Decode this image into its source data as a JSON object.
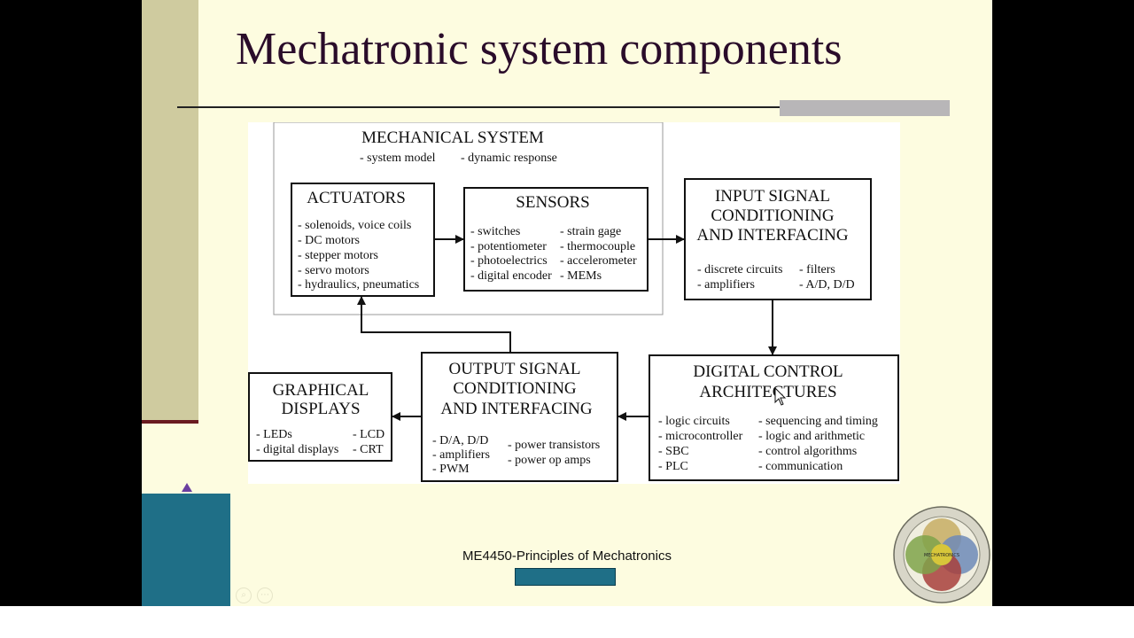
{
  "slide": {
    "title": "Mechatronic system components",
    "footer": "ME4450-Principles of Mechatronics"
  },
  "diagram": {
    "mechanical": {
      "title": "MECHANICAL SYSTEM",
      "items": [
        "- system model",
        "- dynamic response"
      ]
    },
    "actuators": {
      "title": "ACTUATORS",
      "items": [
        "- solenoids, voice coils",
        "- DC motors",
        "- stepper motors",
        "- servo motors",
        "- hydraulics, pneumatics"
      ]
    },
    "sensors": {
      "title": "SENSORS",
      "items_left": [
        "- switches",
        "- potentiometer",
        "- photoelectrics",
        "- digital encoder"
      ],
      "items_right": [
        "- strain gage",
        "- thermocouple",
        "- accelerometer",
        "- MEMs"
      ]
    },
    "input": {
      "title_lines": [
        "INPUT SIGNAL",
        "CONDITIONING",
        "AND INTERFACING"
      ],
      "items_left": [
        "- discrete circuits",
        "- amplifiers"
      ],
      "items_right": [
        "- filters",
        "- A/D, D/D"
      ]
    },
    "digital": {
      "title_lines": [
        "DIGITAL CONTROL",
        "ARCHITECTURES"
      ],
      "items_left": [
        "- logic circuits",
        "- microcontroller",
        "- SBC",
        "- PLC"
      ],
      "items_right": [
        "- sequencing and timing",
        "- logic and arithmetic",
        "- control algorithms",
        "- communication"
      ]
    },
    "output": {
      "title_lines": [
        "OUTPUT SIGNAL",
        "CONDITIONING",
        "AND INTERFACING"
      ],
      "items_left": [
        "- D/A, D/D",
        "- amplifiers",
        "- PWM"
      ],
      "items_right": [
        "- power transistors",
        "- power op amps"
      ]
    },
    "graphical": {
      "title_lines": [
        "GRAPHICAL",
        "DISPLAYS"
      ],
      "items_left": [
        "- LEDs",
        "- digital displays"
      ],
      "items_right": [
        "- LCD",
        "- CRT"
      ]
    }
  },
  "logo": {
    "center": "MECHATRONICS"
  },
  "colors": {
    "slide_bg": "#fdfce0",
    "accent_teal": "#1f6f87",
    "title_color": "#2a0c2a"
  }
}
